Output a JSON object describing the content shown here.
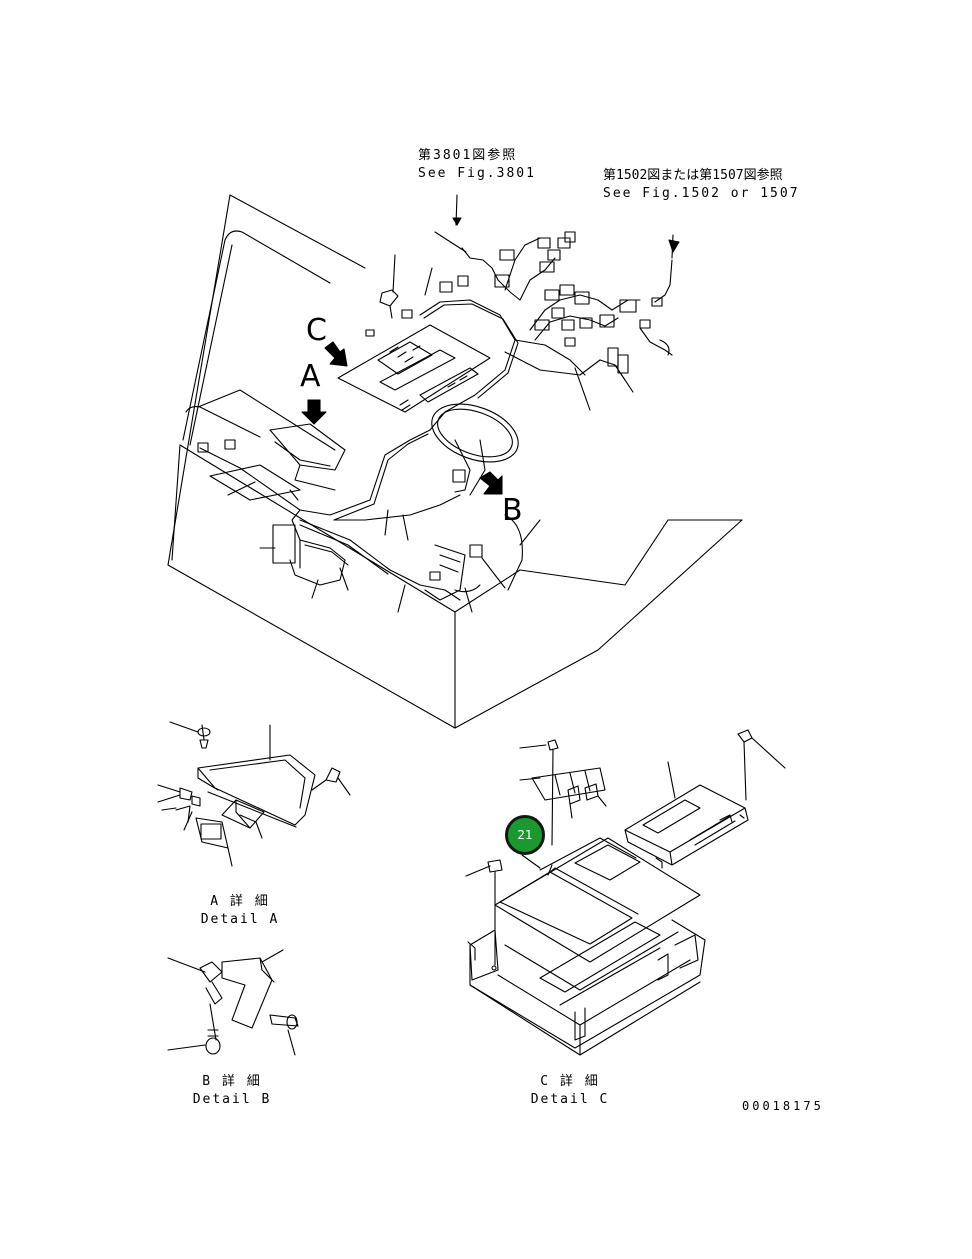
{
  "references": {
    "fig3801_jp": "第3801図参照",
    "fig3801_en": "See Fig.3801",
    "fig1502_jp": "第1502図または第1507図参照",
    "fig1502_en": "See Fig.1502 or 1507"
  },
  "view_letters": {
    "a": "A",
    "b": "B",
    "c": "C"
  },
  "details": {
    "a_jp": "A 詳 細",
    "a_en": "Detail A",
    "b_jp": "B 詳 細",
    "b_en": "Detail B",
    "c_jp": "C 詳 細",
    "c_en": "Detail C"
  },
  "callout": {
    "number": "21",
    "color": "#1a9a2e"
  },
  "drawing_number": "00018175"
}
